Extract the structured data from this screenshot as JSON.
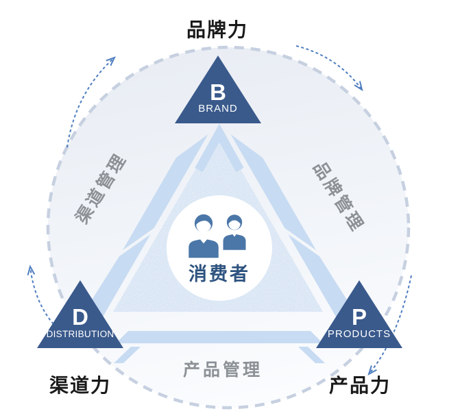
{
  "diagram": {
    "outer_labels": {
      "top": "品牌力",
      "bottom_left": "渠道力",
      "bottom_right": "产品力"
    },
    "vertex_badges": [
      {
        "id": "brand",
        "letter": "B",
        "word": "BRAND"
      },
      {
        "id": "distribution",
        "letter": "D",
        "word": "DISTRIBUTION"
      },
      {
        "id": "products",
        "letter": "P",
        "word": "PRODUCTS"
      }
    ],
    "edge_labels": {
      "left": "渠道管理",
      "right": "品牌管理",
      "bottom": "产品管理"
    },
    "center_label": "消费者",
    "icons": {
      "center": "two-people-icon",
      "orbit": "clockwise-dashed-arrow"
    },
    "colors": {
      "navy": "#3A5A8C",
      "band": "#C7DBF2",
      "speckle_base": "#E7EFF9",
      "speckle_dot": "#94B3DB",
      "circle_top": "#E9EDF4",
      "circle_bottom": "#FBFCFE",
      "circle_dash": "#C6D0E0",
      "arrow": "#4E7EC0",
      "gray_text": "#8C9196",
      "black_text": "#1A1A1A",
      "center_text": "#2E537F",
      "icon_blue": "#4B76A8"
    }
  }
}
